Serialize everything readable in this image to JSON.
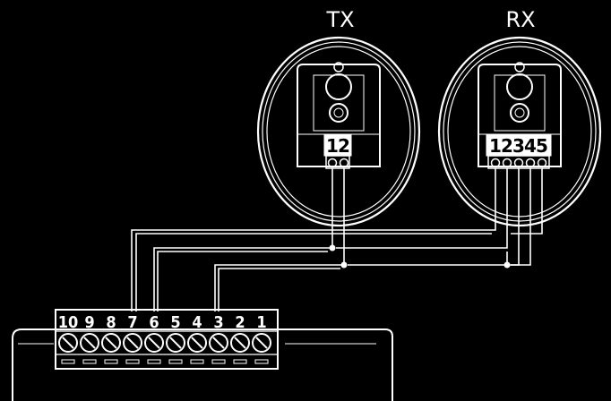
{
  "devices": {
    "tx": {
      "label": "TX",
      "terminals": [
        "1",
        "2"
      ]
    },
    "rx": {
      "label": "RX",
      "terminals": [
        "1",
        "2",
        "3",
        "4",
        "5"
      ]
    }
  },
  "terminal_block": {
    "terminals": [
      "10",
      "9",
      "8",
      "7",
      "6",
      "5",
      "4",
      "3",
      "2",
      "1"
    ]
  },
  "colors": {
    "background": "#000000",
    "line": "#ffffff"
  }
}
